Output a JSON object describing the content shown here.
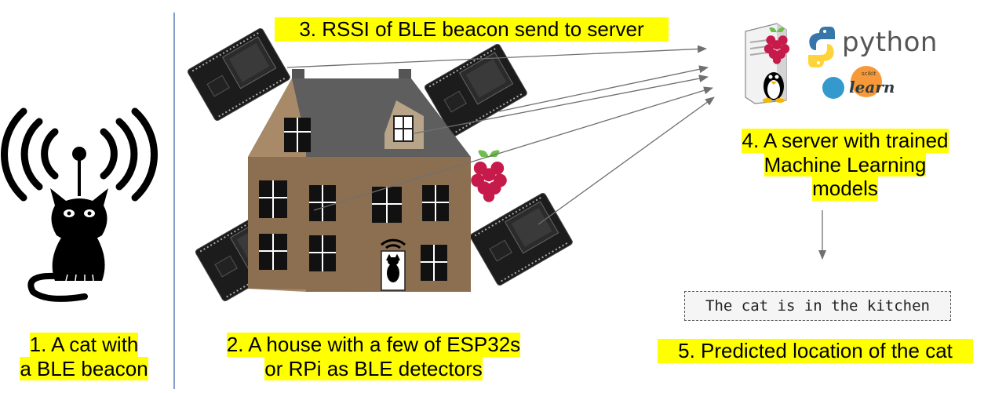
{
  "labels": {
    "step1": [
      "1. A cat with",
      "a BLE beacon"
    ],
    "step2": [
      "2. A house with a few of ESP32s",
      "or RPi as BLE detectors"
    ],
    "step3": "3. RSSI of BLE beacon send to server",
    "step4": [
      "4. A server with trained",
      "Machine Learning",
      "models"
    ],
    "step5": "5. Predicted location of the cat"
  },
  "output_text": "The cat is in the kitchen",
  "logos": {
    "python": "python",
    "sklearn_small": "scikit",
    "sklearn_main": "learn"
  },
  "colors": {
    "highlight": "#ffff00",
    "divider": "#5a7fb5",
    "arrow": "#707070",
    "raspberry": "#c51a4a",
    "house_wall": "#8a6d4f",
    "roof": "#5e5e5e"
  },
  "icons": [
    "cat-beacon-icon",
    "house-icon",
    "esp32-board-icon",
    "raspberry-pi-icon",
    "server-icon",
    "tux-icon",
    "python-logo-icon",
    "sklearn-logo-icon"
  ]
}
